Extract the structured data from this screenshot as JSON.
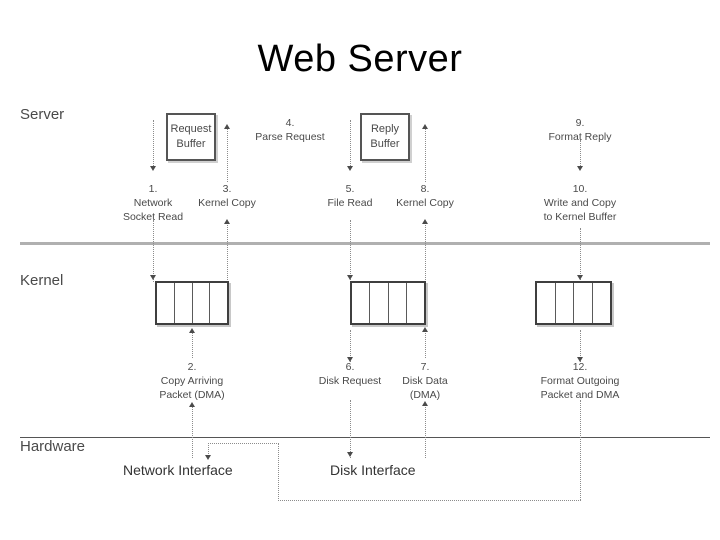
{
  "slide": {
    "title": "Web Server",
    "background": "#ffffff",
    "accent_line_color": "#b0b0b0",
    "text_color": "#4a4a4a"
  },
  "layers": [
    {
      "id": "server",
      "label": "Server"
    },
    {
      "id": "kernel",
      "label": "Kernel"
    },
    {
      "id": "hardware",
      "label": "Hardware"
    }
  ],
  "buffers": {
    "request": {
      "line1": "Request",
      "line2": "Buffer"
    },
    "reply": {
      "line1": "Reply",
      "line2": "Buffer"
    }
  },
  "kernel_buffers": [
    {
      "name": "network-kernel-buffer",
      "cells": 4
    },
    {
      "name": "disk-kernel-buffer",
      "cells": 4
    },
    {
      "name": "outgoing-kernel-buffer",
      "cells": 4
    }
  ],
  "hardware_interfaces": [
    {
      "label": "Network Interface"
    },
    {
      "label": "Disk Interface"
    }
  ],
  "steps": [
    {
      "num": "1.",
      "line1": "Network",
      "line2": "Socket Read"
    },
    {
      "num": "2.",
      "line1": "Copy Arriving",
      "line2": "Packet (DMA)"
    },
    {
      "num": "3.",
      "line1": "Kernel Copy",
      "line2": ""
    },
    {
      "num": "4.",
      "line1": "Parse Request",
      "line2": ""
    },
    {
      "num": "5.",
      "line1": "File Read",
      "line2": ""
    },
    {
      "num": "6.",
      "line1": "Disk Request",
      "line2": ""
    },
    {
      "num": "7.",
      "line1": "Disk Data",
      "line2": "(DMA)"
    },
    {
      "num": "8.",
      "line1": "Kernel Copy",
      "line2": ""
    },
    {
      "num": "9.",
      "line1": "Format Reply",
      "line2": ""
    },
    {
      "num": "10.",
      "line1": "Write and Copy",
      "line2": "to Kernel Buffer"
    },
    {
      "num": "12.",
      "line1": "Format Outgoing",
      "line2": "Packet and DMA"
    }
  ]
}
